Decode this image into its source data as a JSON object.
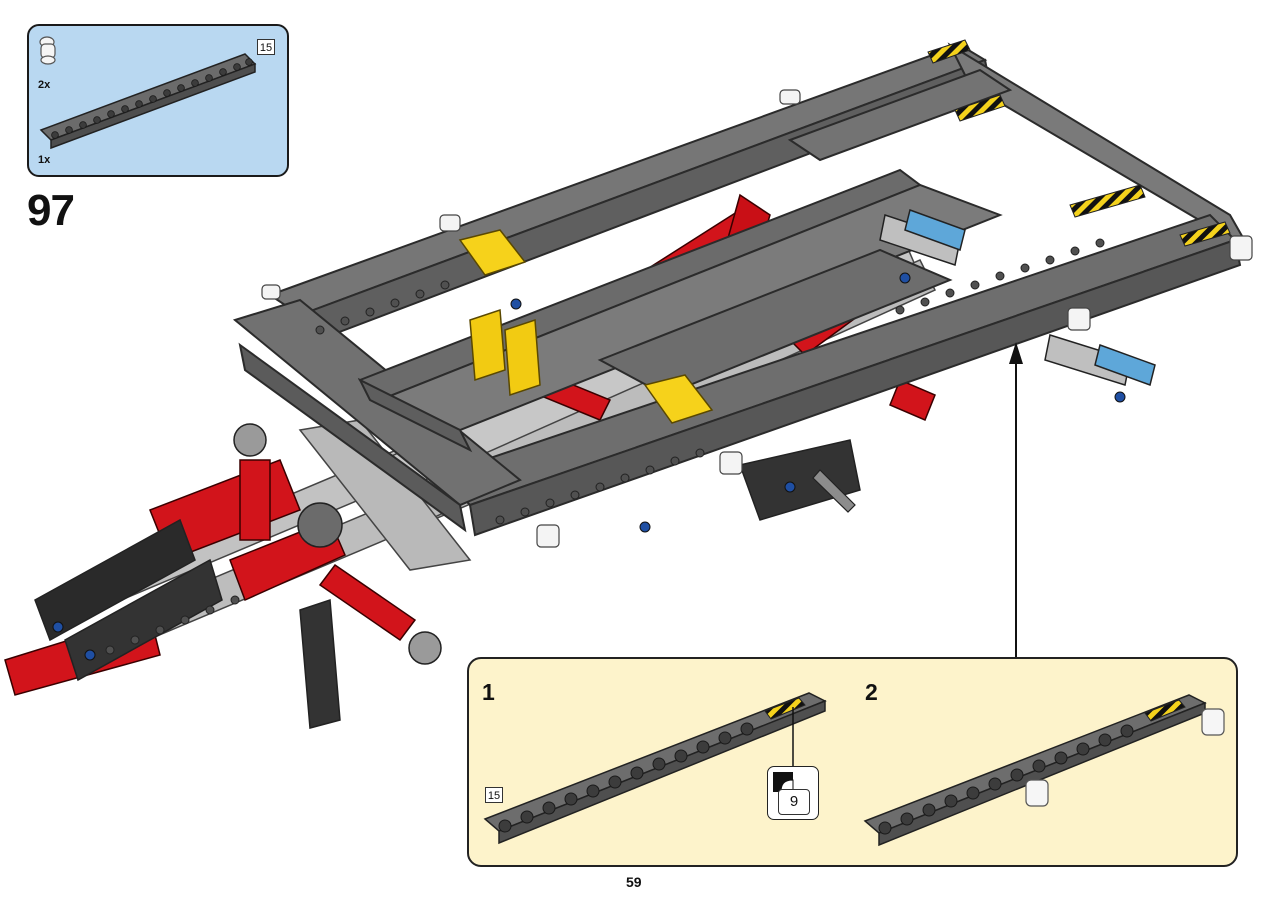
{
  "step": {
    "number": "97",
    "parts": [
      {
        "name": "connector peg",
        "qty": "2x",
        "icon": "white-peg-icon"
      },
      {
        "name": "technic beam",
        "qty": "1x",
        "length": "15",
        "icon": "grey-beam-icon"
      }
    ]
  },
  "sub_steps": [
    {
      "number": "1",
      "length": "15",
      "sticker": "9"
    },
    {
      "number": "2"
    }
  ],
  "page_number": "59",
  "colors": {
    "parts_box": "#b9d8f1",
    "sub_box": "#fdf3cb",
    "frame_grey": "#6c6c6c",
    "beam_light": "#bfbfbf",
    "accent_red": "#d2141b",
    "accent_yellow": "#f6d21b"
  }
}
